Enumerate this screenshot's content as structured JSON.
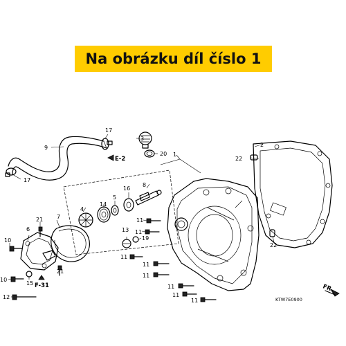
{
  "banner": {
    "text": "Na obrázku díl číslo 1",
    "bg_color": "#FFCC00"
  },
  "diagram_code": "KTW7E0900",
  "fr_label": "FR.",
  "refs": {
    "e2": "E-2",
    "f31": "F-31"
  },
  "callouts": {
    "n1": "1",
    "n2": "2",
    "n3": "3",
    "n4": "4",
    "n5": "5",
    "n6": "6",
    "n7": "7",
    "n8": "8",
    "n9": "9",
    "n10a": "10",
    "n10b": "10",
    "n11a": "11",
    "n11b": "11",
    "n11c": "11",
    "n11d": "11",
    "n11e": "11",
    "n11f": "11",
    "n11g": "11",
    "n11h": "11",
    "n12": "12",
    "n13": "13",
    "n14": "14",
    "n15": "15",
    "n16": "16",
    "n17a": "17",
    "n17b": "17",
    "n19": "19",
    "n20": "20",
    "n21a": "21",
    "n21b": "21",
    "n22a": "22",
    "n22b": "22"
  }
}
